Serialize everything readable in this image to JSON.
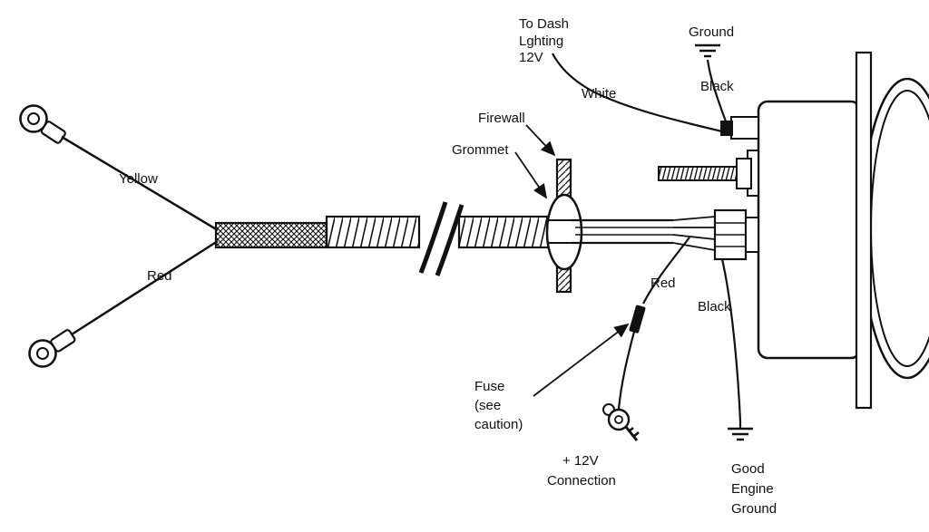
{
  "colors": {
    "ink": "#111111",
    "paper": "#ffffff"
  },
  "labels": {
    "to_dash": [
      "To Dash",
      "Lghting",
      "12V"
    ],
    "ground_top": "Ground",
    "black_top": "Black",
    "white": "White",
    "firewall": "Firewall",
    "grommet": "Grommet",
    "yellow": "Yellow",
    "red_left": "Red",
    "red_right": "Red",
    "black_bottom": "Black",
    "fuse": [
      "Fuse",
      "(see",
      "caution)"
    ],
    "plus_12v": [
      "+ 12V",
      "Connection"
    ],
    "good_engine_ground": [
      "Good",
      "Engine",
      "Ground"
    ]
  }
}
